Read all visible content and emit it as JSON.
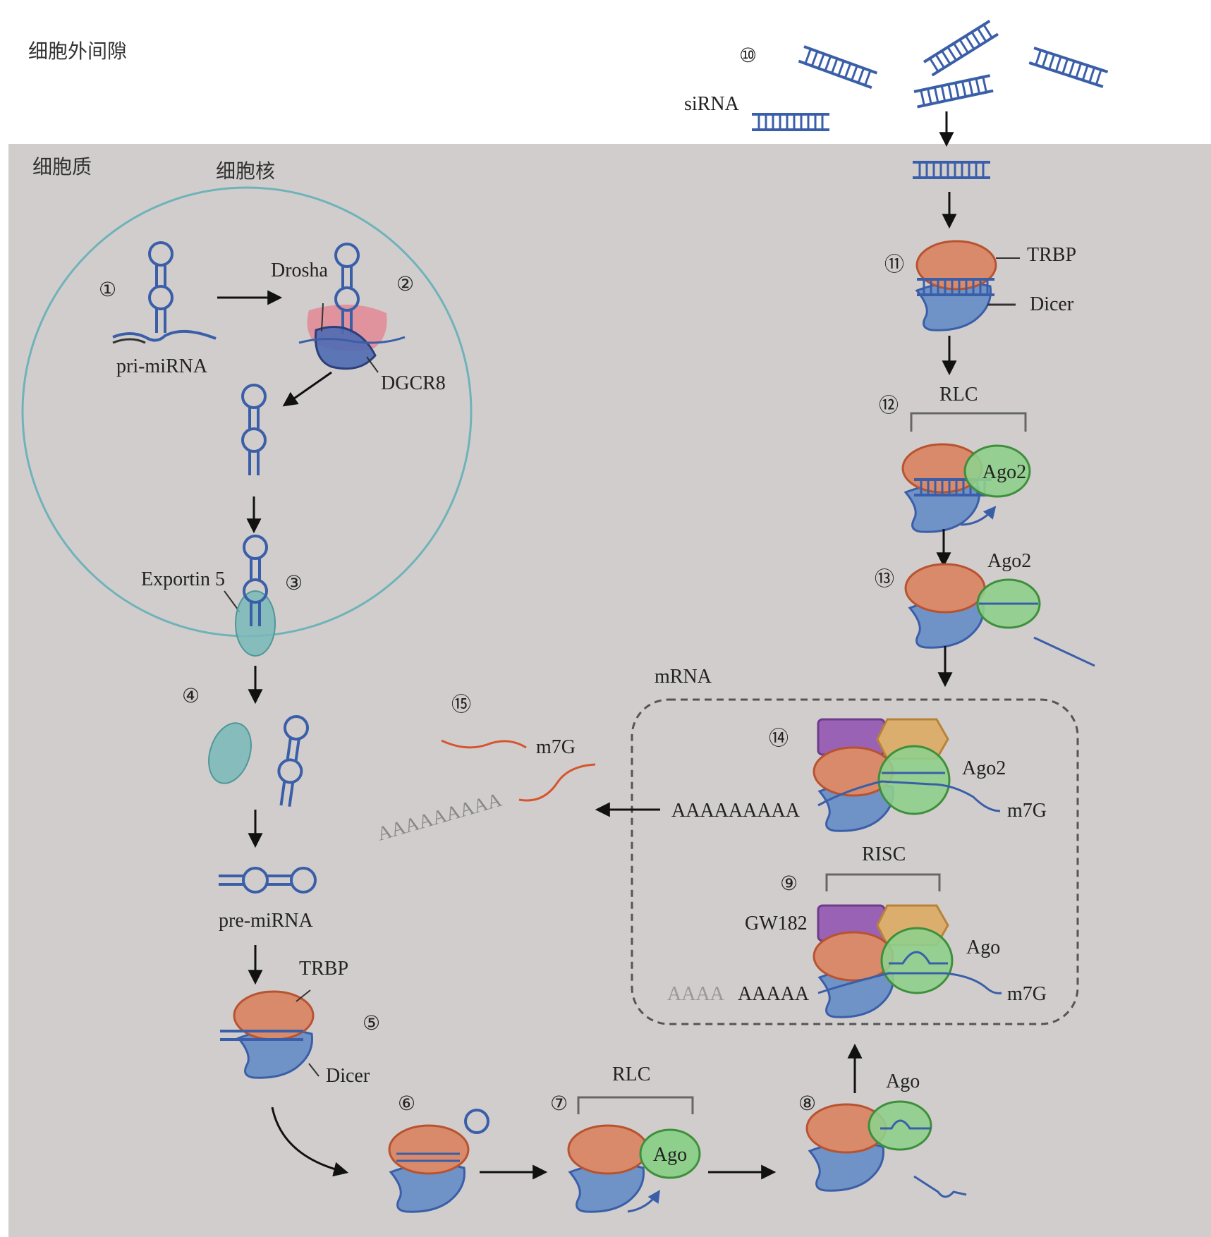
{
  "regions": {
    "extracellular": "细胞外间隙",
    "cytoplasm": "细胞质",
    "nucleus": "细胞核"
  },
  "steps": [
    "①",
    "②",
    "③",
    "④",
    "⑤",
    "⑥",
    "⑦",
    "⑧",
    "⑨",
    "⑩",
    "⑪",
    "⑫",
    "⑬",
    "⑭",
    "⑮"
  ],
  "labels": {
    "pri_mirna": "pri-miRNA",
    "drosha": "Drosha",
    "dgcr8": "DGCR8",
    "exportin5": "Exportin 5",
    "pre_mirna": "pre-miRNA",
    "trbp": "TRBP",
    "dicer": "Dicer",
    "rlc": "RLC",
    "ago": "Ago",
    "ago2": "Ago2",
    "risc": "RISC",
    "gw182": "GW182",
    "mrna": "mRNA",
    "m7g": "m7G",
    "polya_long": "AAAAAAAAA",
    "polya_short": "AAAAA",
    "polya_faded": "AAAA",
    "sirna": "siRNA"
  },
  "colors": {
    "cytoplasm_bg": "#d1cdcd",
    "nucleus_border": "#6fb3b8",
    "rna_blue": "#3a5fa8",
    "dicer_blue": "#6f93c6",
    "trbp_orange": "#d98a6a",
    "ago_green": "#8fcf8c",
    "exportin_teal": "#7ab9b8",
    "drosha_pink": "#e57f8c",
    "gw182_purple": "#9a62b4",
    "hexagon_gold": "#dcae6e",
    "mrna_orange": "#d6552e"
  }
}
